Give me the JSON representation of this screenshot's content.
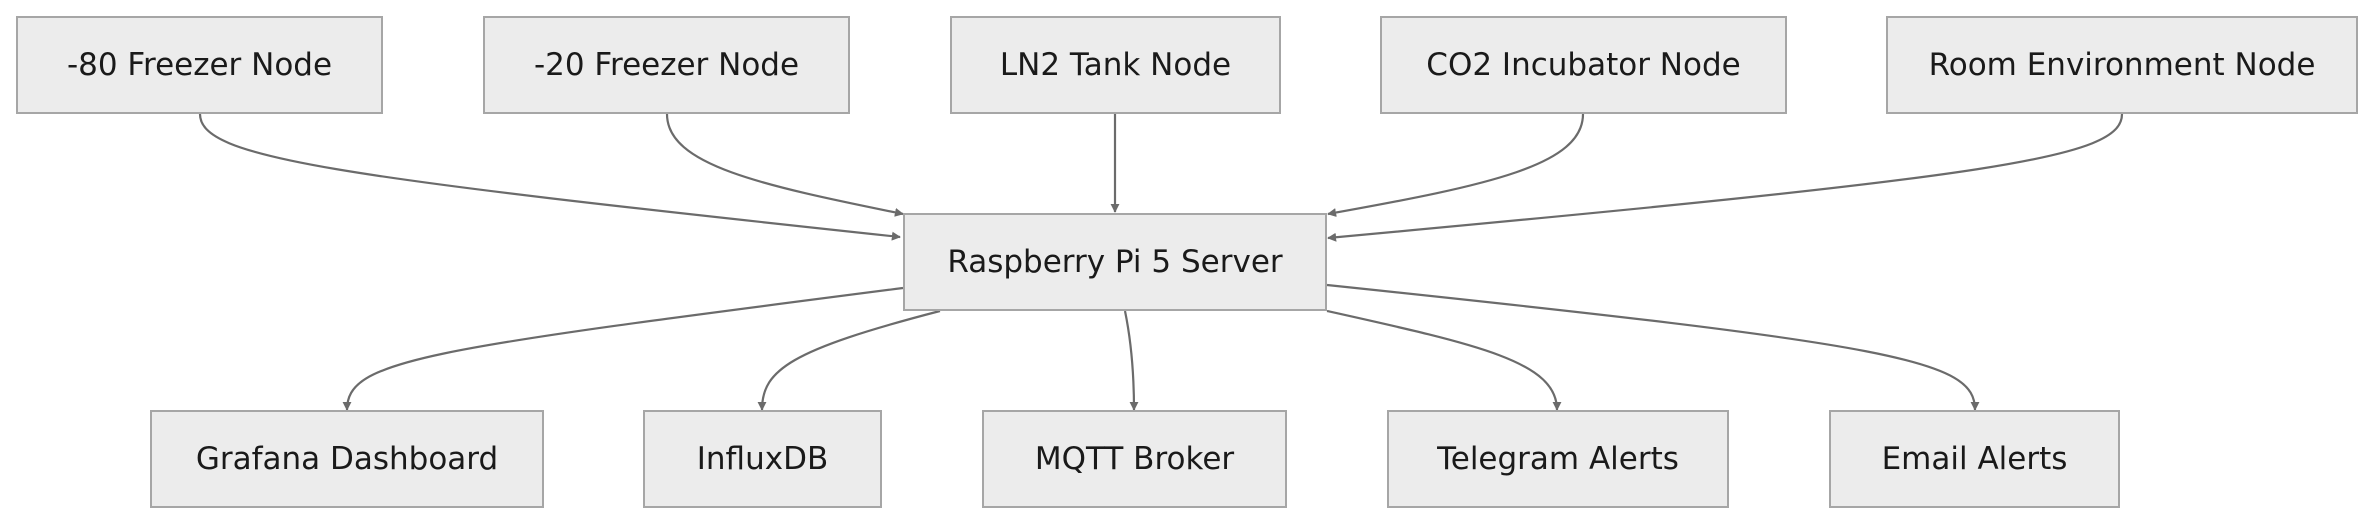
{
  "nodes": [
    {
      "id": "freezer80",
      "label": "-80 Freezer Node"
    },
    {
      "id": "freezer20",
      "label": "-20 Freezer Node"
    },
    {
      "id": "ln2",
      "label": "LN2 Tank Node"
    },
    {
      "id": "co2",
      "label": "CO2 Incubator Node"
    },
    {
      "id": "room",
      "label": "Room Environment Node"
    },
    {
      "id": "server",
      "label": "Raspberry Pi 5 Server"
    },
    {
      "id": "grafana",
      "label": "Grafana Dashboard"
    },
    {
      "id": "influx",
      "label": "InfluxDB"
    },
    {
      "id": "mqtt",
      "label": "MQTT Broker"
    },
    {
      "id": "telegram",
      "label": "Telegram Alerts"
    },
    {
      "id": "email",
      "label": "Email Alerts"
    }
  ],
  "edges": [
    {
      "from": "freezer80",
      "to": "server"
    },
    {
      "from": "freezer20",
      "to": "server"
    },
    {
      "from": "ln2",
      "to": "server"
    },
    {
      "from": "co2",
      "to": "server"
    },
    {
      "from": "room",
      "to": "server"
    },
    {
      "from": "server",
      "to": "grafana"
    },
    {
      "from": "server",
      "to": "influx"
    },
    {
      "from": "server",
      "to": "mqtt"
    },
    {
      "from": "server",
      "to": "telegram"
    },
    {
      "from": "server",
      "to": "email"
    }
  ]
}
